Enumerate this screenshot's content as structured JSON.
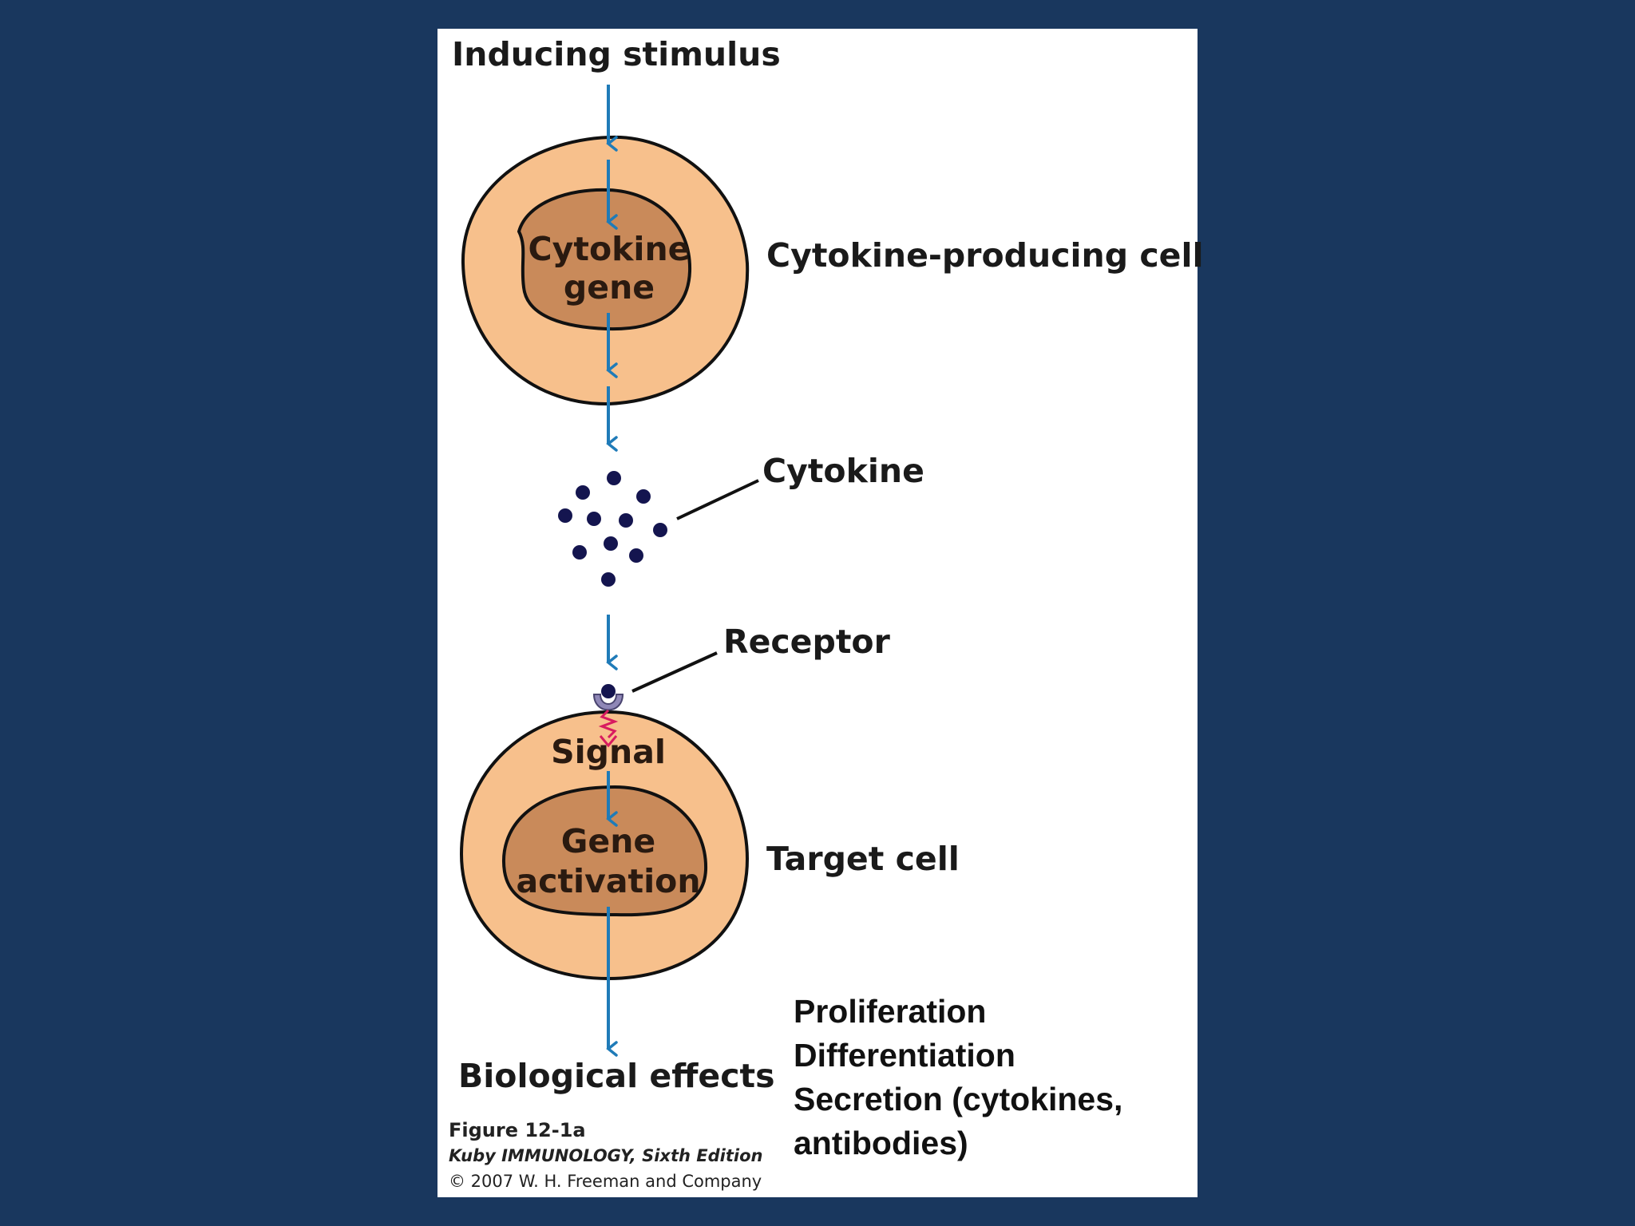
{
  "labels": {
    "inducing_stimulus": "Inducing stimulus",
    "producing_cell": "Cytokine-producing cell",
    "producing_nucleus_line1": "Cytokine",
    "producing_nucleus_line2": "gene",
    "cytokine": "Cytokine",
    "receptor": "Receptor",
    "signal": "Signal",
    "target_nucleus_line1": "Gene",
    "target_nucleus_line2": "activation",
    "target_cell": "Target cell",
    "biological_effects": "Biological effects"
  },
  "effects": [
    "Proliferation",
    "Differentiation",
    "Secretion (cytokines,",
    "antibodies)"
  ],
  "credit": {
    "figure": "Figure 12-1a",
    "book": "Kuby IMMUNOLOGY, Sixth Edition",
    "copyright": "© 2007 W. H. Freeman and Company"
  },
  "colors": {
    "background": "#19375e",
    "panel": "#ffffff",
    "cytoplasm": "#f7c08c",
    "nucleus": "#c98a5a",
    "arrow": "#1f7bb8",
    "cytokine_dot": "#14154f",
    "signal": "#d81b60",
    "receptor": "#8f87b7"
  }
}
